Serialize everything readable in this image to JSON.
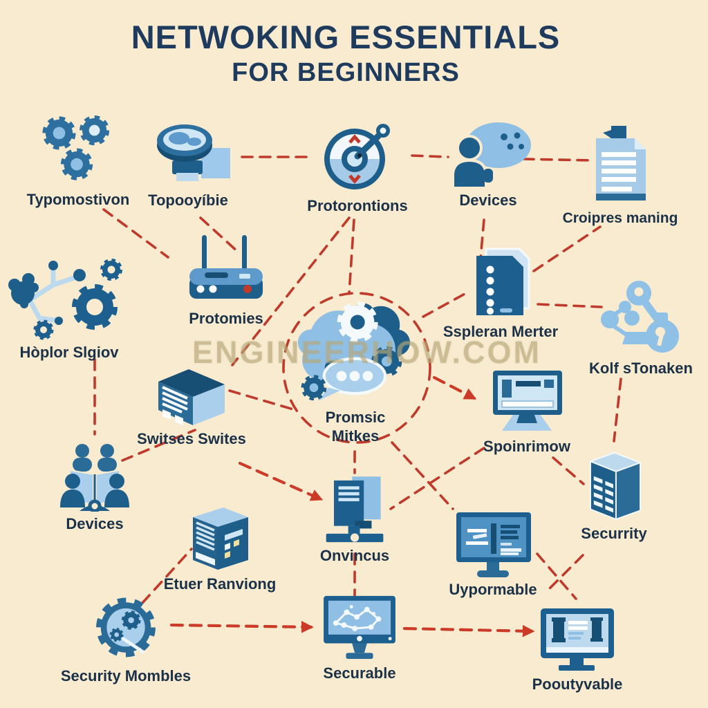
{
  "title": {
    "line1": "NETWOKING ESSENTIALS",
    "line2": "FOR BEGINNERS"
  },
  "watermark": "ENGINEERHOW.COM",
  "colors": {
    "background": "#f8ebd0",
    "title_text": "#1e3a5c",
    "label_text": "#1b3147",
    "icon_dark_blue": "#1d5e8a",
    "icon_mid_blue": "#2b6b98",
    "icon_light_blue": "#a9cfec",
    "dashed_line_red": "#bf3a2a",
    "arrow_red": "#cc3b28"
  },
  "nodes": [
    {
      "label": "Typomostivon",
      "icon": "gears-trio-icon"
    },
    {
      "label": "Topooyíbie",
      "icon": "globe-lens-icon"
    },
    {
      "label": "Protorontions",
      "icon": "compass-gauge-icon"
    },
    {
      "label": "Devices",
      "icon": "person-chat-icon"
    },
    {
      "label": "Croipres maning",
      "icon": "document-clip-icon"
    },
    {
      "label": "Hòplor Slgiov",
      "icon": "network-gears-icon"
    },
    {
      "label": "Protomies",
      "icon": "router-icon"
    },
    {
      "label": "Promsic Mitkes",
      "label_lines": [
        "Promsic",
        "Mitkes"
      ],
      "icon": "cloud-gears-icon"
    },
    {
      "label": "Sspleran Merter",
      "icon": "stacked-documents-icon"
    },
    {
      "label": "Kolf sTonaken",
      "icon": "keys-network-icon"
    },
    {
      "label": "Switses Swites",
      "icon": "switch-box-icon"
    },
    {
      "label": "Spoinrimow",
      "icon": "monitor-dashboard-icon"
    },
    {
      "label": "Devices",
      "icon": "people-group-icon"
    },
    {
      "label": "Etuer Ranviong",
      "icon": "server-tower-icon"
    },
    {
      "label": "Onvincus",
      "icon": "desktop-computer-icon"
    },
    {
      "label": "Uypormable",
      "icon": "monitor-code-icon"
    },
    {
      "label": "Securrity",
      "icon": "server-rack-icon"
    },
    {
      "label": "Security Mombles",
      "icon": "gear-tools-icon"
    },
    {
      "label": "Securable",
      "icon": "monitor-network-icon"
    },
    {
      "label": "Pooutyvable",
      "icon": "monitor-document-icon"
    }
  ]
}
